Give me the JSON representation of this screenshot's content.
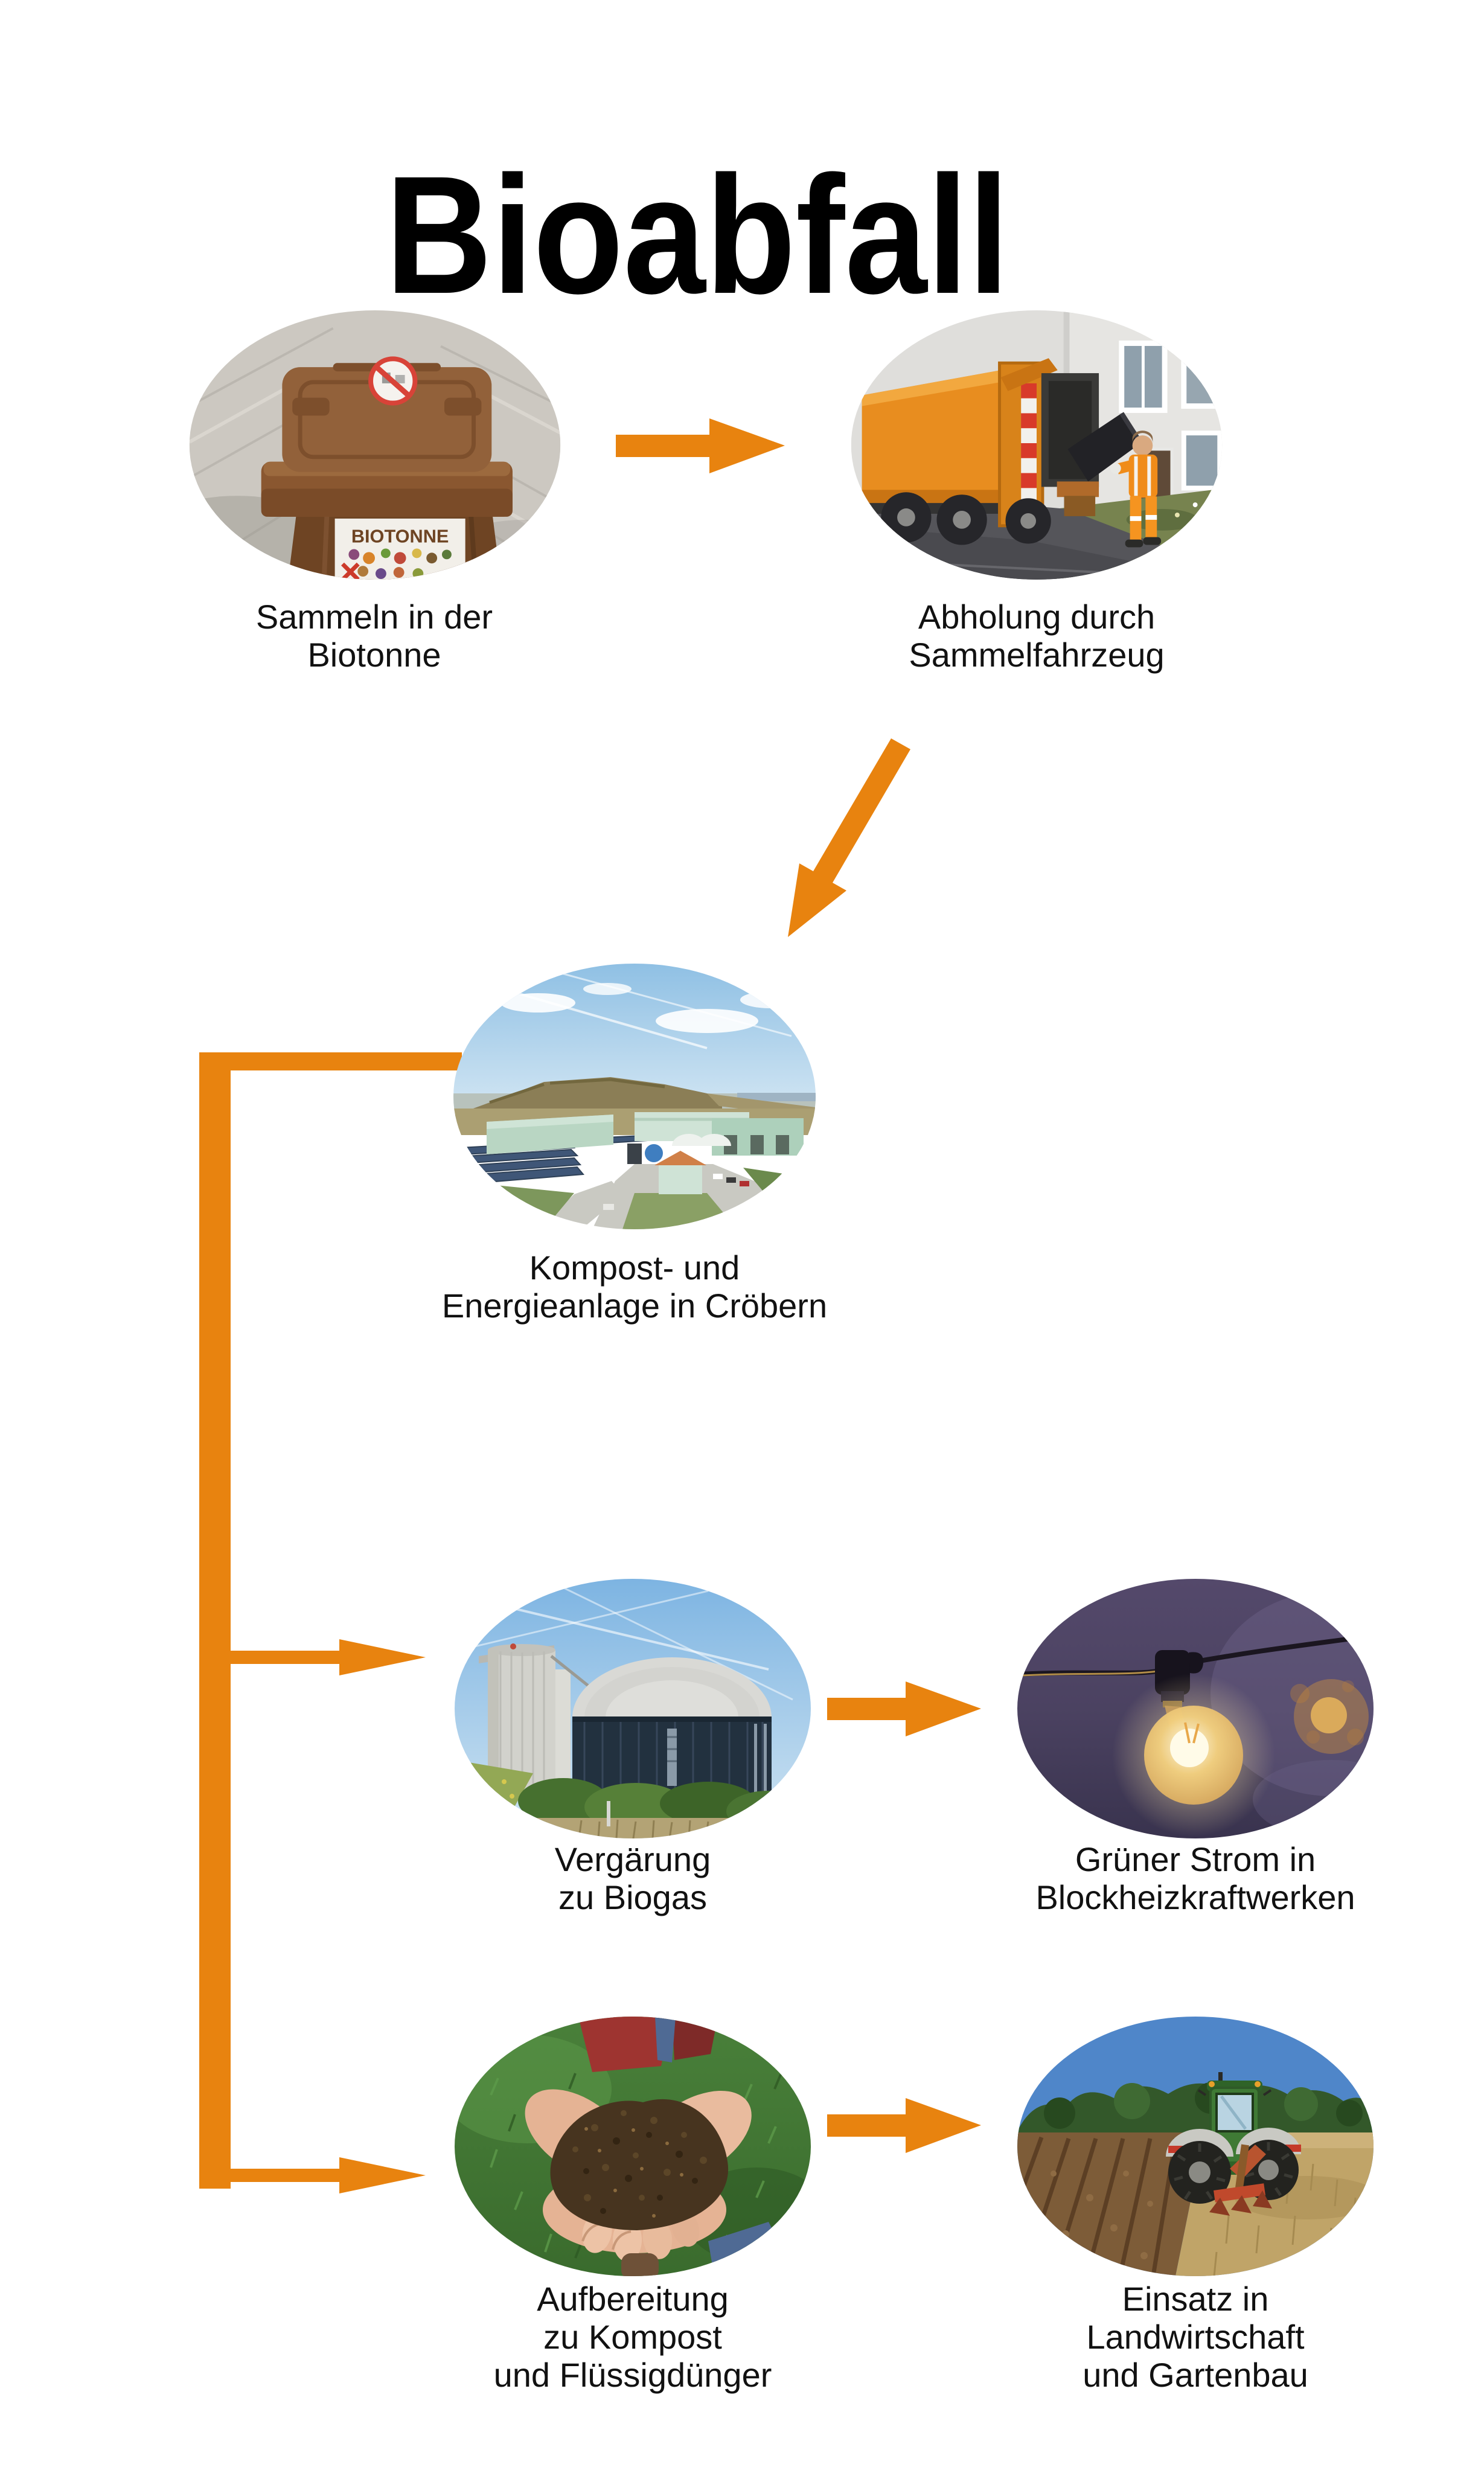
{
  "title": "Bioabfall",
  "colors": {
    "accent": "#E8830F",
    "text": "#111111",
    "background": "#FFFFFF"
  },
  "nodes": [
    {
      "id": "biotonne",
      "lines": [
        "Sammeln in der",
        "Biotonne"
      ],
      "photo": "Braune Biotonne auf gepflastertem Platz"
    },
    {
      "id": "abholung",
      "lines": [
        "Abholung durch",
        "Sammelfahrzeug"
      ],
      "photo": "Orangefarbenes Müllfahrzeug leert Tonne, Werker in Warnkleidung"
    },
    {
      "id": "anlage",
      "lines": [
        "Kompost- und",
        "Energieanlage in Cröbern"
      ],
      "photo": "Luftaufnahme der Kompost- und Energieanlage in Cröbern"
    },
    {
      "id": "vergaerung",
      "lines": [
        "Vergärung",
        "zu Biogas"
      ],
      "photo": "Biogasanlage mit Fermenter und Silo"
    },
    {
      "id": "strom",
      "lines": [
        "Grüner Strom in",
        "Blockheizkraftwerken"
      ],
      "photo": "Leuchtende Glühbirnen an einer Lichterkette"
    },
    {
      "id": "kompost",
      "lines": [
        "Aufbereitung",
        "zu Kompost",
        "und Flüssigdünger"
      ],
      "photo": "Hände halten frischen Kompost über Wiese"
    },
    {
      "id": "einsatz",
      "lines": [
        "Einsatz in",
        "Landwirtschaft",
        "und Gartenbau"
      ],
      "photo": "Traktor pflügt ein Feld"
    }
  ]
}
